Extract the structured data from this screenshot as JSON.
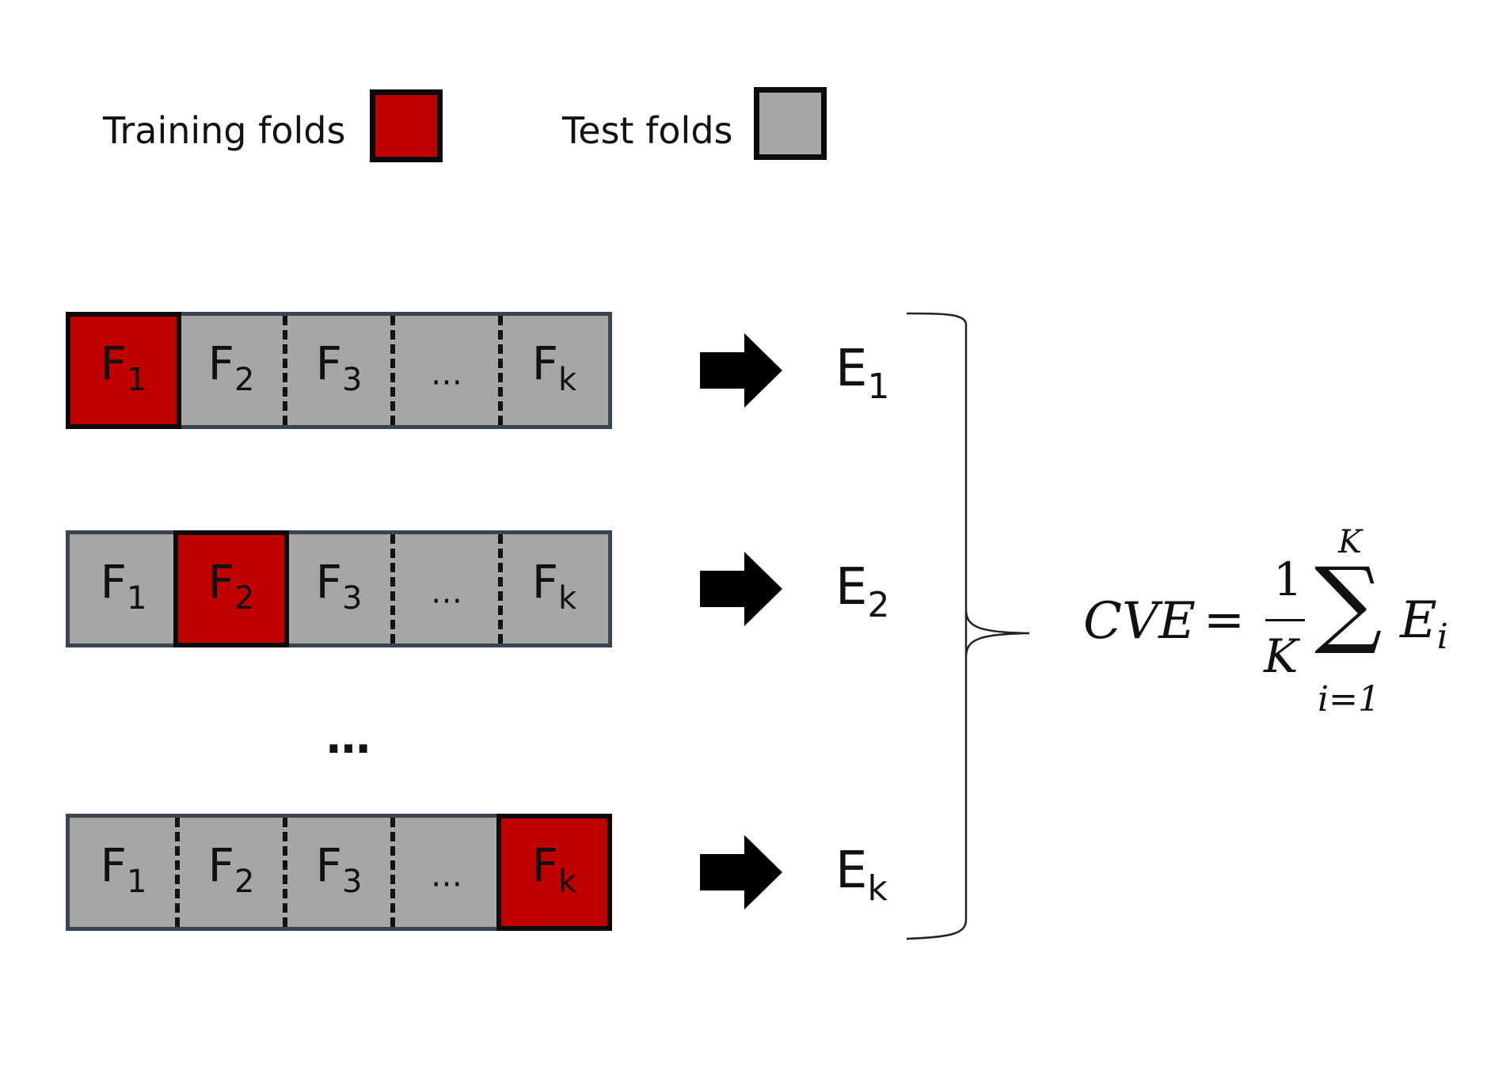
{
  "legend": {
    "training_label": "Training folds",
    "training_color": "#c00000",
    "test_label": "Test folds",
    "test_color": "#a6a6a6"
  },
  "rows": [
    {
      "folds": [
        {
          "base": "F",
          "sub": "1",
          "active": true
        },
        {
          "base": "F",
          "sub": "2",
          "active": false
        },
        {
          "base": "F",
          "sub": "3",
          "active": false
        },
        {
          "base": "…",
          "sub": "",
          "active": false
        },
        {
          "base": "F",
          "sub": "k",
          "active": false
        }
      ],
      "result": {
        "base": "E",
        "sub": "1"
      }
    },
    {
      "folds": [
        {
          "base": "F",
          "sub": "1",
          "active": false
        },
        {
          "base": "F",
          "sub": "2",
          "active": true
        },
        {
          "base": "F",
          "sub": "3",
          "active": false
        },
        {
          "base": "…",
          "sub": "",
          "active": false
        },
        {
          "base": "F",
          "sub": "k",
          "active": false
        }
      ],
      "result": {
        "base": "E",
        "sub": "2"
      }
    },
    {
      "folds": [
        {
          "base": "F",
          "sub": "1",
          "active": false
        },
        {
          "base": "F",
          "sub": "2",
          "active": false
        },
        {
          "base": "F",
          "sub": "3",
          "active": false
        },
        {
          "base": "…",
          "sub": "",
          "active": false
        },
        {
          "base": "F",
          "sub": "k",
          "active": true
        }
      ],
      "result": {
        "base": "E",
        "sub": "k"
      }
    }
  ],
  "ellipsis": "…",
  "formula": {
    "lhs": "CVE",
    "equals": "=",
    "numerator": "1",
    "denominator": "K",
    "sum_upper": "K",
    "sum_lower": "i=1",
    "sigma": "∑",
    "term": "E",
    "term_sub": "i"
  }
}
